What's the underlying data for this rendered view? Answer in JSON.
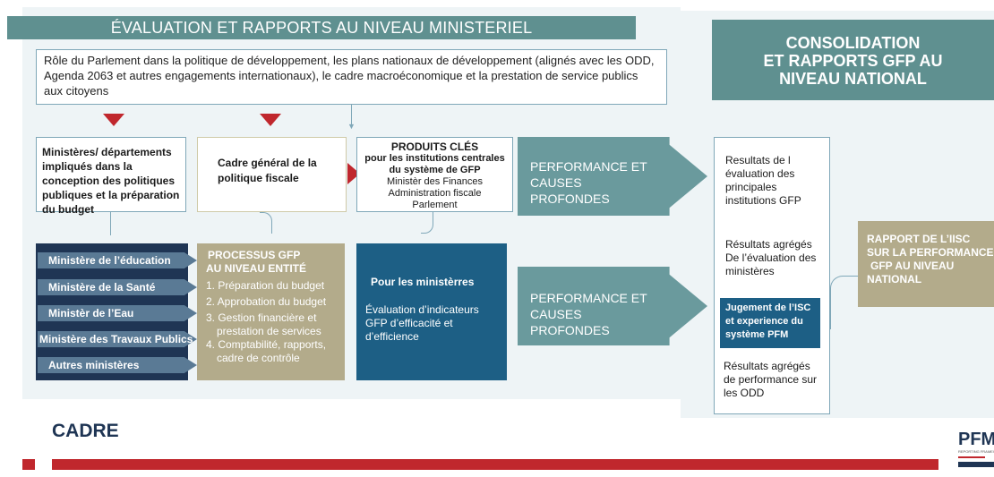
{
  "title": "ÉVALUATION ET RAPPORTS AU NIVEAU MINISTERIEL",
  "intro": "Rôle du Parlement dans la politique de développement, les plans nationaux de développement (alignés avec les ODD, Agenda 2063 et autres engagements internationaux), le cadre macroéconomique et la prestation de service publics aux citoyens",
  "left_box": "Ministères/ départements impliqués dans la conception des politiques publiques et la préparation du budget",
  "cadre_box": "Cadre général de la politique fiscale",
  "produits": {
    "heading": "PRODUITS CLÉS",
    "line1": "pour les institutions centrales",
    "line2": "du système de GFP",
    "line3": "Ministèr des Finances",
    "line4": "Administration fiscale",
    "line5": "Parlement"
  },
  "arrow1": "PERFORMANCE ET CAUSES PROFONDES",
  "arrow2": "PERFORMANCE ET CAUSES PROFONDES",
  "ministries": [
    "Ministère de l’éducation",
    "Ministère de la Santé",
    "Ministèr de l’Eau",
    "Ministère des Travaux Publics",
    "Autres ministères"
  ],
  "processus": {
    "heading1": "PROCESSUS GFP",
    "heading2": "AU NIVEAU  ENTITÉ",
    "item1": "1. Préparation du budget",
    "item2": "2.  Approbation du budget",
    "item3a": "3. Gestion financière et",
    "item3b": "prestation de services",
    "item4a": "4. Comptabilité, rapports,",
    "item4b": "cadre de contrôle"
  },
  "ministres_box": {
    "heading": "Pour les ministèrres",
    "body": "Évaluation d’indicateurs GFP d’efficacité et d’efficience"
  },
  "right_header": {
    "line1": "CONSOLIDATION",
    "line2": "ET RAPPORTS GFP  AU",
    "line3": "NIVEAU NATIONAL"
  },
  "results": {
    "r1": "Resultats de l évaluation des principales institutions GFP",
    "r2": "Résultats agrégés De l’évaluation des ministères",
    "isc": "Jugement de l’ISC et experience du système PFM",
    "r3": "Résultats agrégés de performance sur les ODD"
  },
  "rapport": {
    "line1": "RAPPORT DE L’IISC",
    "line2": "SUR LA PERFORMANCE",
    "line3": "GFP AU NIVEAU",
    "line4": "NATIONAL"
  },
  "footer": {
    "cadre": "CADRE",
    "logo": "PFM",
    "logo_sub": "REPORTING FRAMEWORK"
  },
  "colors": {
    "teal": "#5f9090",
    "navy": "#1f3554",
    "blue": "#1d5f85",
    "tan": "#b3ab8b",
    "red": "#c0272d"
  }
}
